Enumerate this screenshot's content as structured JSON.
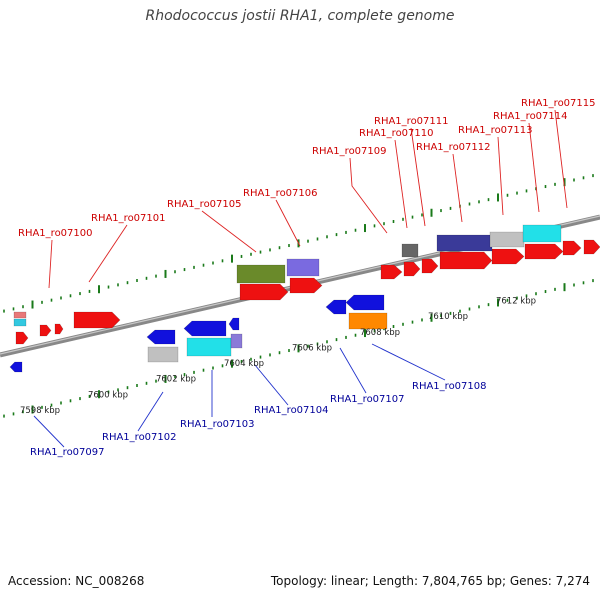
{
  "title": "Rhodococcus jostii RHA1, complete genome",
  "footer": {
    "accession": "Accession: NC_008268",
    "summary": "Topology: linear; Length: 7,804,765 bp; Genes: 7,274"
  },
  "colors": {
    "top_label": "#cc0000",
    "bottom_label": "#000099",
    "tick": "#1a7a1a",
    "backbone": "#888888"
  },
  "scale_labels": [
    {
      "label": "7598 kbp",
      "kb": 7598
    },
    {
      "label": "7600 kbp",
      "kb": 7600
    },
    {
      "label": "7602 kbp",
      "kb": 7602
    },
    {
      "label": "7604 kbp",
      "kb": 7604
    },
    {
      "label": "7606 kbp",
      "kb": 7606
    },
    {
      "label": "7608 kbp",
      "kb": 7608
    },
    {
      "label": "7610 kbp",
      "kb": 7610
    },
    {
      "label": "7612 kbp",
      "kb": 7612
    }
  ],
  "top_genes": [
    {
      "label": "RHA1_ro07100"
    },
    {
      "label": "RHA1_ro07101"
    },
    {
      "label": "RHA1_ro07105"
    },
    {
      "label": "RHA1_ro07106"
    },
    {
      "label": "RHA1_ro07109"
    },
    {
      "label": "RHA1_ro07110"
    },
    {
      "label": "RHA1_ro07111"
    },
    {
      "label": "RHA1_ro07112"
    },
    {
      "label": "RHA1_ro07113"
    },
    {
      "label": "RHA1_ro07114"
    },
    {
      "label": "RHA1_ro07115"
    }
  ],
  "bottom_genes": [
    {
      "label": "RHA1_ro07097"
    },
    {
      "label": "RHA1_ro07102"
    },
    {
      "label": "RHA1_ro07103"
    },
    {
      "label": "RHA1_ro07104"
    },
    {
      "label": "RHA1_ro07107"
    },
    {
      "label": "RHA1_ro07108"
    }
  ]
}
